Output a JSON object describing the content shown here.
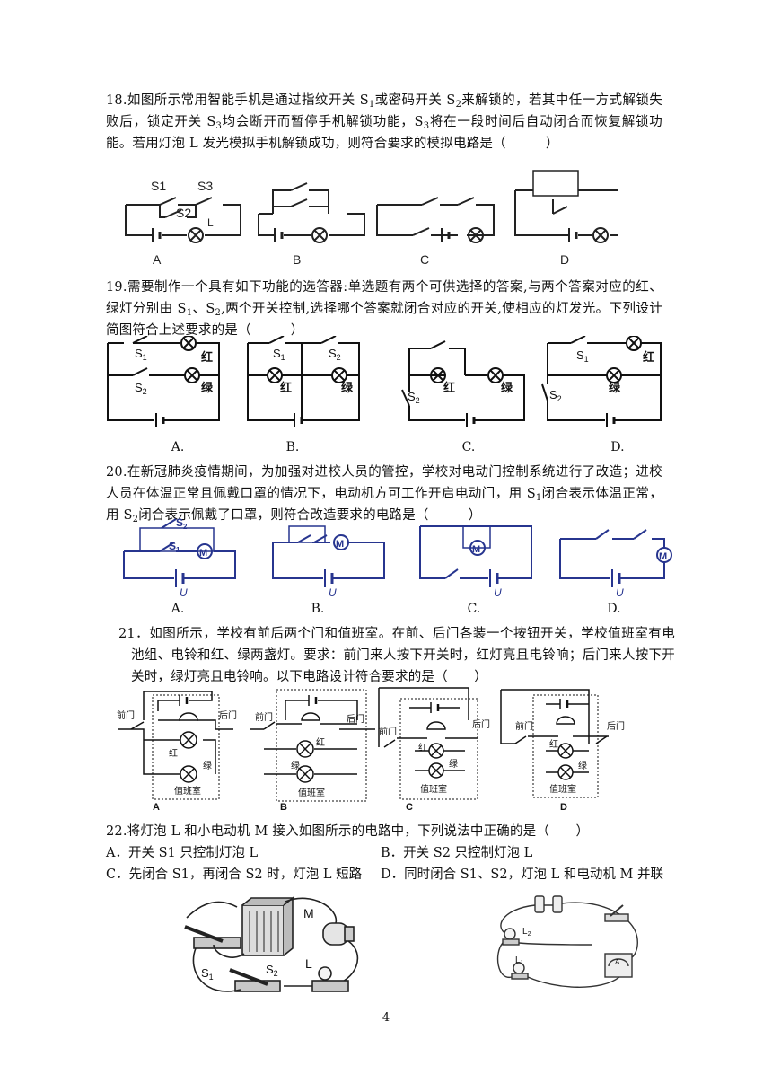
{
  "q18": {
    "text_a": "18.如图所示常用智能手机是通过指纹开关 S",
    "s1": "1",
    "text_b": "或密码开关 S",
    "s2": "2",
    "text_c": "来解锁的，若其中任一方式解锁失败后，锁定开关 S",
    "s3": "3",
    "text_d": "均会断开而暂停手机解锁功能，S",
    "s3b": "3",
    "text_e": "将在一段时间后自动闭合而恢复解锁功能。若用灯泡 L 发光模拟手机解锁成功，则符合要求的模拟电路是（　　　）",
    "labels": [
      "A",
      "B",
      "C",
      "D"
    ],
    "sw": [
      "S1",
      "S2",
      "S3"
    ],
    "lamp": "L"
  },
  "q19": {
    "text_a": "19.需要制作一个具有如下功能的选答器:单选题有两个可供选择的答案,与两个答案对应的红、绿灯分别由 S",
    "s1": "1",
    "text_b": "、S",
    "s2": "2",
    "text_c": ",两个开关控制,选择哪个答案就闭合对应的开关,使相应的灯发光。下列设计简图符合上述要求的是（　　　）",
    "labels": [
      "A.",
      "B.",
      "C.",
      "D."
    ],
    "red": "红",
    "green": "绿"
  },
  "q20": {
    "text_a": "20.在新冠肺炎疫情期间，为加强对进校人员的管控，学校对电动门控制系统进行了改造；进校人员在体温正常且佩戴口罩的情况下，电动机方可工作开启电动门，用 S",
    "s1": "1",
    "text_b": "闭合表示体温正常，用 S",
    "s2": "2",
    "text_c": "闭合表示佩戴了口罩，则符合改造要求的电路是（　　　）",
    "labels": [
      "A.",
      "B.",
      "C.",
      "D."
    ],
    "motor": "M",
    "u": "U"
  },
  "q21": {
    "text": "21．如图所示，学校有前后两个门和值班室。在前、后门各装一个按钮开关，学校值班室有电池组、电铃和红、绿两盏灯。要求：前门来人按下开关时，红灯亮且电铃响；后门来人按下开关时，绿灯亮且电铃响。以下电路设计符合要求的是（　　）",
    "front": "前门",
    "back": "后门",
    "red": "红",
    "green": "绿",
    "room": "值班室",
    "labels": [
      "A",
      "B",
      "C",
      "D"
    ]
  },
  "q22": {
    "text": "22.将灯泡 L 和小电动机 M 接入如图所示的电路中，下列说法中正确的是（　　）",
    "opt_a": "A．开关 S1 只控制灯泡 L",
    "opt_b": "B．开关 S2 只控制灯泡 L",
    "opt_c": "C．先闭合 S1，再闭合 S2 时，灯泡 L 短路",
    "opt_d": "D．同时闭合 S1、S2，灯泡 L 和电动机 M 并联",
    "m": "M",
    "s1": "S1",
    "s2": "S2",
    "l": "L",
    "l1": "L1",
    "l2": "L2",
    "a": "A"
  },
  "page_number": "4"
}
